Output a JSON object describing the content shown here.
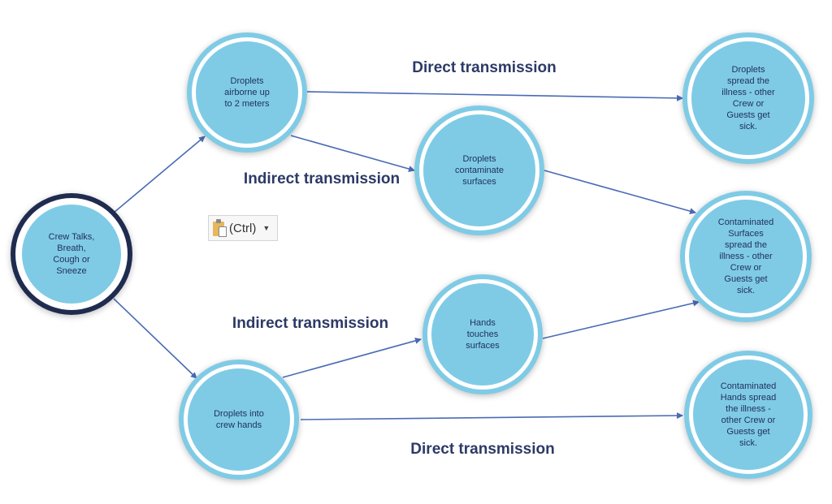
{
  "nodes": {
    "source": "Crew Talks,\nBreath,\nCough or\nSneeze",
    "airborne": "Droplets\nairborne up\nto 2 meters",
    "contaminate": "Droplets\ncontaminate\nsurfaces",
    "hands_touch": "Hands\ntouches\nsurfaces",
    "into_hands": "Droplets into\ncrew hands",
    "outcome_droplets": "Droplets\nspread the\nillness -  other\nCrew or\nGuests get\nsick.",
    "outcome_surfaces": "Contaminated\nSurfaces\nspread the\nillness -  other\nCrew or\nGuests get\nsick.",
    "outcome_hands": "Contaminated\nHands spread\nthe illness -\nother Crew or\nGuests get\nsick."
  },
  "labels": {
    "direct_top": "Direct transmission",
    "indirect_top": "Indirect transmission",
    "indirect_bottom": "Indirect transmission",
    "direct_bottom": "Direct transmission"
  },
  "paste_options": {
    "label": "(Ctrl)",
    "icon": "clipboard-icon"
  },
  "colors": {
    "node_fill": "#7fcbe6",
    "source_ring": "#1f2b4f",
    "arrow": "#4a6bb5",
    "label": "#2c3a66"
  }
}
